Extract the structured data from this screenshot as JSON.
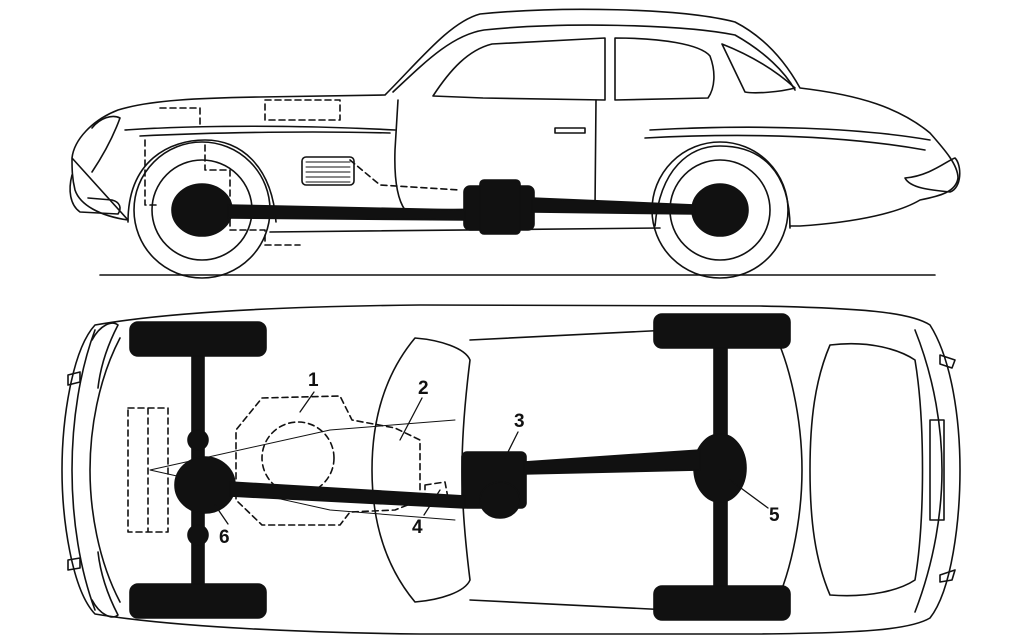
{
  "callouts": {
    "c1": "1",
    "c2": "2",
    "c3": "3",
    "c4": "4",
    "c5": "5",
    "c6": "6"
  },
  "colors": {
    "ink": "#111111",
    "paper": "#ffffff"
  }
}
